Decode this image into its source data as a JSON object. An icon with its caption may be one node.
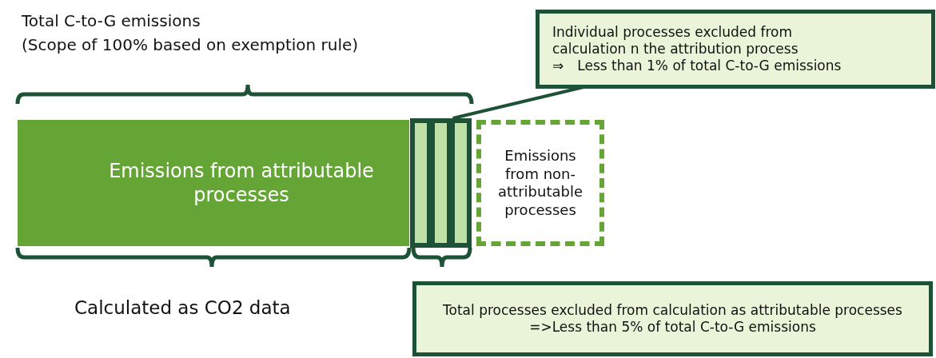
{
  "diagram": {
    "nodes": [
      {
        "text": [
          "Emissions from attributable processes"
        ]
      },
      {
        "text": [],
        "shape": "bar"
      },
      {
        "text": [],
        "shape": "bar"
      },
      {
        "text": [],
        "shape": "bar"
      },
      {
        "text": [
          "Emissions from non-attributable processes"
        ]
      },
      {
        "text": [
          "Individual processes excluded from calculation n the attribution process",
          "⇒　Less than 1% of total C-to-G emissions"
        ]
      },
      {
        "text": [
          "Total processes excluded from calculation as attributable processes",
          "=>Less than 5% of total C-to-G emissions"
        ]
      }
    ],
    "edges": [
      {
        "from": 5,
        "to": 3,
        "arrow": "none"
      }
    ],
    "labels": [
      "Total C-to-G emissions",
      "(Scope of 100% based on exemption rule)",
      "Calculated as CO2 data"
    ]
  }
}
